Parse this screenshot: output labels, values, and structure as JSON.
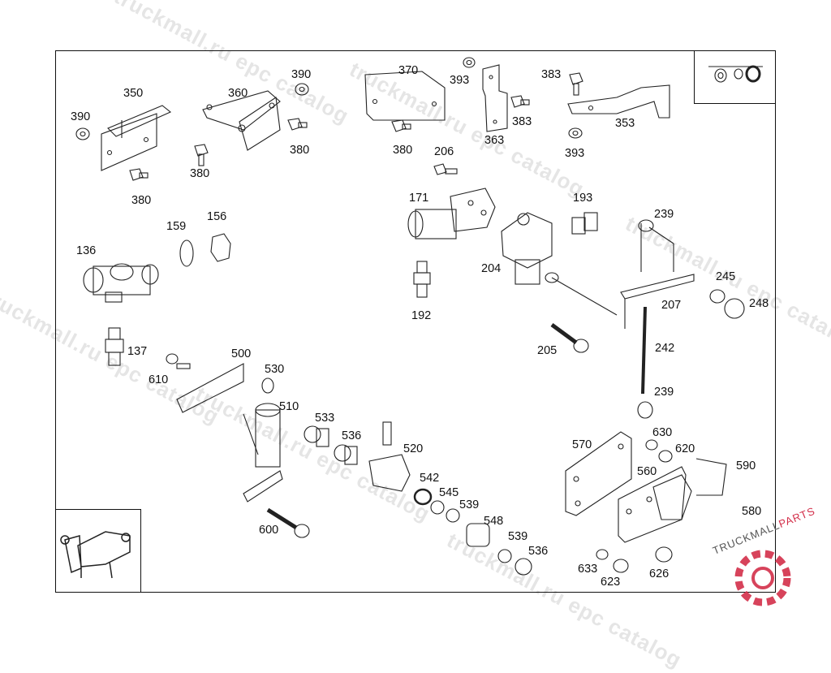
{
  "watermark": "truckmall.ru epc catalog",
  "logo": {
    "part1": "TRUCKMALL",
    "part2": "PARTS"
  },
  "labels": {
    "p350": "350",
    "p360": "360",
    "p390a": "390",
    "p390b": "390",
    "p380a": "380",
    "p380b": "380",
    "p380c": "380",
    "p380d": "380",
    "p370": "370",
    "p393a": "393",
    "p393b": "393",
    "p363": "363",
    "p383a": "383",
    "p383b": "383",
    "p353": "353",
    "p206": "206",
    "p171": "171",
    "p193": "193",
    "p239a": "239",
    "p159": "159",
    "p156": "156",
    "p136": "136",
    "p204": "204",
    "p192": "192",
    "p245": "245",
    "p248": "248",
    "p207": "207",
    "p137": "137",
    "p205": "205",
    "p242": "242",
    "p610": "610",
    "p500": "500",
    "p530": "530",
    "p510": "510",
    "p239b": "239",
    "p533": "533",
    "p536a": "536",
    "p520": "520",
    "p630": "630",
    "p570": "570",
    "p620": "620",
    "p542": "542",
    "p545": "545",
    "p539a": "539",
    "p560": "560",
    "p590": "590",
    "p548": "548",
    "p580": "580",
    "p600": "600",
    "p539b": "539",
    "p536b": "536",
    "p633": "633",
    "p626": "626",
    "p623": "623"
  }
}
